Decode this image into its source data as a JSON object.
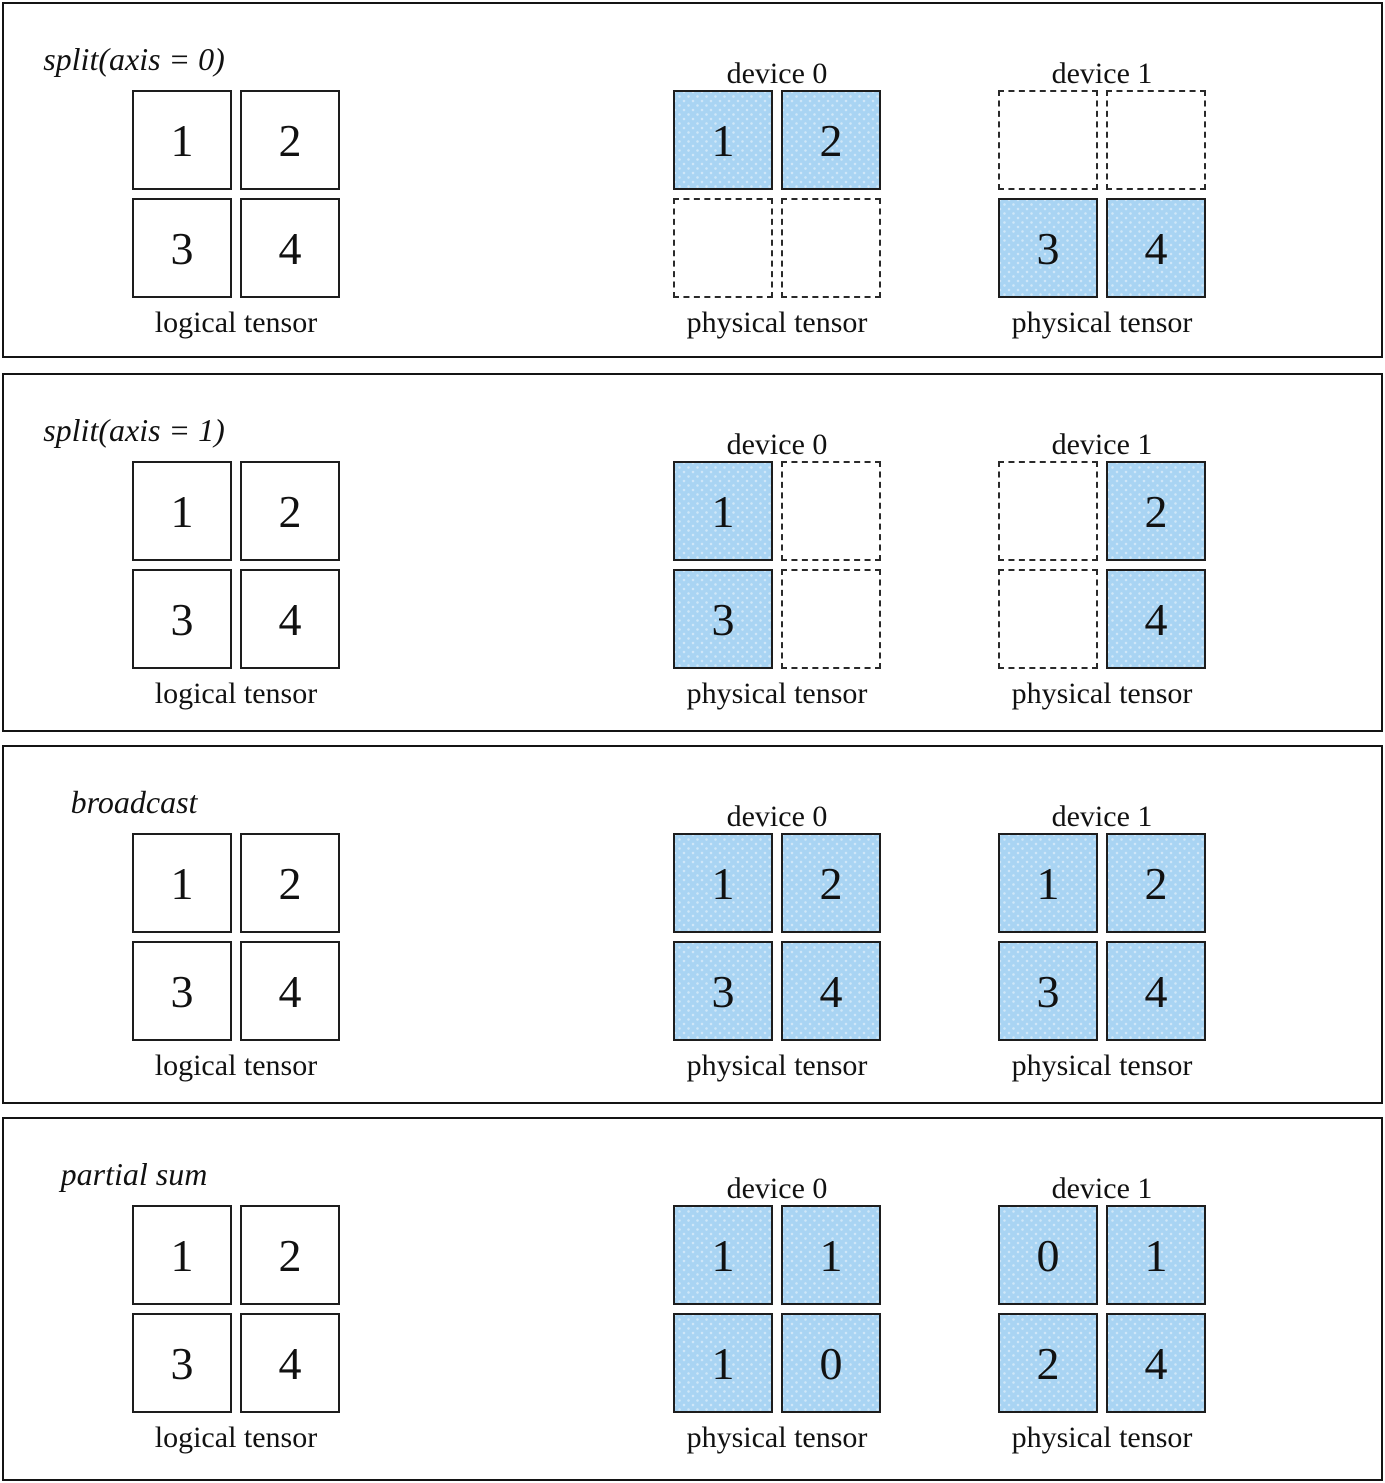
{
  "colors": {
    "physical_fill_blue": "#a9d4f3",
    "line_dark": "#1d1d1d"
  },
  "panels": [
    {
      "title": "split(axis = 0)",
      "logical": {
        "label": "logical tensor",
        "cells": [
          [
            {
              "v": "1",
              "s": "plain"
            },
            {
              "v": "2",
              "s": "plain"
            }
          ],
          [
            {
              "v": "3",
              "s": "plain"
            },
            {
              "v": "4",
              "s": "plain"
            }
          ]
        ]
      },
      "devices": [
        {
          "header": "device 0",
          "label": "physical tensor",
          "cells": [
            [
              {
                "v": "1",
                "s": "filled"
              },
              {
                "v": "2",
                "s": "filled"
              }
            ],
            [
              {
                "v": "",
                "s": "dashed"
              },
              {
                "v": "",
                "s": "dashed"
              }
            ]
          ]
        },
        {
          "header": "device 1",
          "label": "physical tensor",
          "cells": [
            [
              {
                "v": "",
                "s": "dashed"
              },
              {
                "v": "",
                "s": "dashed"
              }
            ],
            [
              {
                "v": "3",
                "s": "filled"
              },
              {
                "v": "4",
                "s": "filled"
              }
            ]
          ]
        }
      ]
    },
    {
      "title": "split(axis = 1)",
      "logical": {
        "label": "logical tensor",
        "cells": [
          [
            {
              "v": "1",
              "s": "plain"
            },
            {
              "v": "2",
              "s": "plain"
            }
          ],
          [
            {
              "v": "3",
              "s": "plain"
            },
            {
              "v": "4",
              "s": "plain"
            }
          ]
        ]
      },
      "devices": [
        {
          "header": "device 0",
          "label": "physical tensor",
          "cells": [
            [
              {
                "v": "1",
                "s": "filled"
              },
              {
                "v": "",
                "s": "dashed"
              }
            ],
            [
              {
                "v": "3",
                "s": "filled"
              },
              {
                "v": "",
                "s": "dashed"
              }
            ]
          ]
        },
        {
          "header": "device 1",
          "label": "physical tensor",
          "cells": [
            [
              {
                "v": "",
                "s": "dashed"
              },
              {
                "v": "2",
                "s": "filled"
              }
            ],
            [
              {
                "v": "",
                "s": "dashed"
              },
              {
                "v": "4",
                "s": "filled"
              }
            ]
          ]
        }
      ]
    },
    {
      "title": "broadcast",
      "logical": {
        "label": "logical tensor",
        "cells": [
          [
            {
              "v": "1",
              "s": "plain"
            },
            {
              "v": "2",
              "s": "plain"
            }
          ],
          [
            {
              "v": "3",
              "s": "plain"
            },
            {
              "v": "4",
              "s": "plain"
            }
          ]
        ]
      },
      "devices": [
        {
          "header": "device 0",
          "label": "physical tensor",
          "cells": [
            [
              {
                "v": "1",
                "s": "filled"
              },
              {
                "v": "2",
                "s": "filled"
              }
            ],
            [
              {
                "v": "3",
                "s": "filled"
              },
              {
                "v": "4",
                "s": "filled"
              }
            ]
          ]
        },
        {
          "header": "device 1",
          "label": "physical tensor",
          "cells": [
            [
              {
                "v": "1",
                "s": "filled"
              },
              {
                "v": "2",
                "s": "filled"
              }
            ],
            [
              {
                "v": "3",
                "s": "filled"
              },
              {
                "v": "4",
                "s": "filled"
              }
            ]
          ]
        }
      ]
    },
    {
      "title": "partial sum",
      "logical": {
        "label": "logical tensor",
        "cells": [
          [
            {
              "v": "1",
              "s": "plain"
            },
            {
              "v": "2",
              "s": "plain"
            }
          ],
          [
            {
              "v": "3",
              "s": "plain"
            },
            {
              "v": "4",
              "s": "plain"
            }
          ]
        ]
      },
      "devices": [
        {
          "header": "device 0",
          "label": "physical tensor",
          "cells": [
            [
              {
                "v": "1",
                "s": "filled"
              },
              {
                "v": "1",
                "s": "filled"
              }
            ],
            [
              {
                "v": "1",
                "s": "filled"
              },
              {
                "v": "0",
                "s": "filled"
              }
            ]
          ]
        },
        {
          "header": "device 1",
          "label": "physical tensor",
          "cells": [
            [
              {
                "v": "0",
                "s": "filled"
              },
              {
                "v": "1",
                "s": "filled"
              }
            ],
            [
              {
                "v": "2",
                "s": "filled"
              },
              {
                "v": "4",
                "s": "filled"
              }
            ]
          ]
        }
      ]
    }
  ]
}
